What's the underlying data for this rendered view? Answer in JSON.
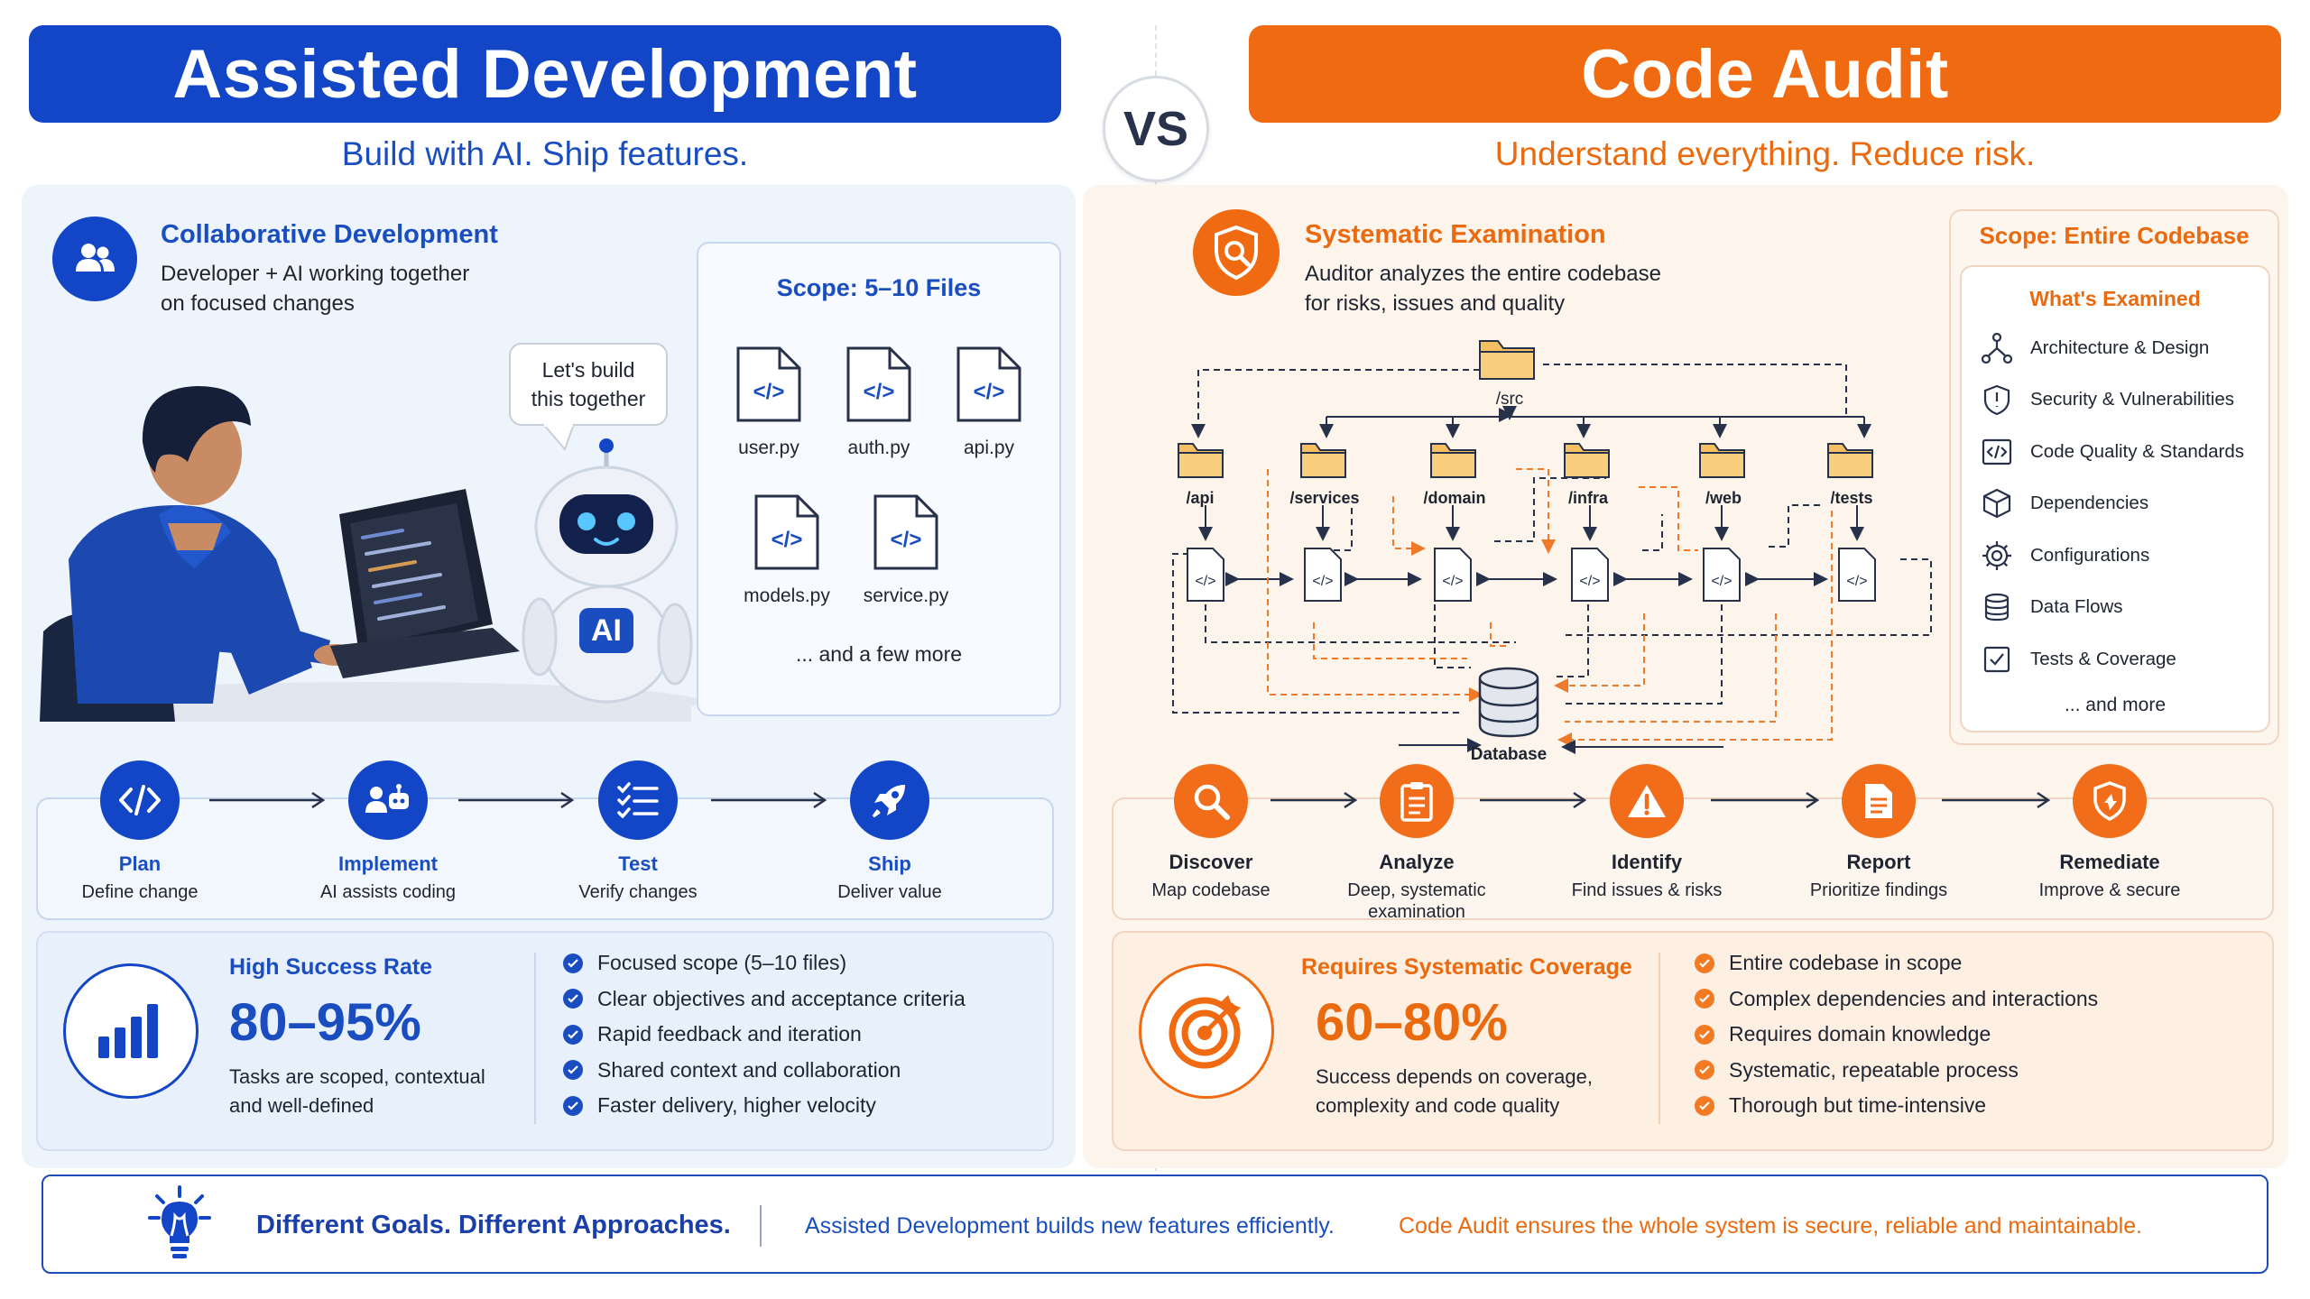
{
  "left": {
    "title": "Assisted Development",
    "tagline": "Build with AI. Ship features.",
    "collab": {
      "title": "Collaborative Development",
      "desc_line1": "Developer + AI working together",
      "desc_line2": "on focused changes"
    },
    "speech_line1": "Let's build",
    "speech_line2": "this together",
    "robot_badge": "AI",
    "scope": {
      "title": "Scope: 5–10 Files",
      "files": [
        "user.py",
        "auth.py",
        "api.py",
        "models.py",
        "service.py"
      ],
      "more": "... and a few more"
    },
    "steps": [
      {
        "title": "Plan",
        "desc": "Define change",
        "icon": "code-icon"
      },
      {
        "title": "Implement",
        "desc": "AI assists coding",
        "icon": "dev-robot-icon"
      },
      {
        "title": "Test",
        "desc": "Verify changes",
        "icon": "checklist-icon"
      },
      {
        "title": "Ship",
        "desc": "Deliver value",
        "icon": "rocket-icon"
      }
    ],
    "stat": {
      "title": "High Success Rate",
      "value": "80–95%",
      "desc_line1": "Tasks are scoped, contextual",
      "desc_line2": "and well-defined"
    },
    "bullets": [
      "Focused scope (5–10 files)",
      "Clear objectives and acceptance criteria",
      "Rapid feedback and iteration",
      "Shared context and collaboration",
      "Faster delivery, higher velocity"
    ]
  },
  "vs": "VS",
  "right": {
    "title": "Code Audit",
    "tagline": "Understand everything. Reduce risk.",
    "exam": {
      "title": "Systematic Examination",
      "desc_line1": "Auditor analyzes the entire codebase",
      "desc_line2": "for risks, issues and quality"
    },
    "tree": {
      "root": "/src",
      "folders": [
        "/api",
        "/services",
        "/domain",
        "/infra",
        "/web",
        "/tests"
      ],
      "database": "Database"
    },
    "scope": {
      "title": "Scope: Entire Codebase",
      "subtitle": "What's Examined",
      "items": [
        {
          "label": "Architecture & Design",
          "icon": "architecture-icon"
        },
        {
          "label": "Security & Vulnerabilities",
          "icon": "shield-icon"
        },
        {
          "label": "Code Quality & Standards",
          "icon": "code-icon"
        },
        {
          "label": "Dependencies",
          "icon": "cube-icon"
        },
        {
          "label": "Configurations",
          "icon": "gear-icon"
        },
        {
          "label": "Data Flows",
          "icon": "database-icon"
        },
        {
          "label": "Tests & Coverage",
          "icon": "checkbox-icon"
        }
      ],
      "more": "... and more"
    },
    "steps": [
      {
        "title": "Discover",
        "desc_line1": "Map codebase",
        "desc_line2": "",
        "icon": "magnifier-icon"
      },
      {
        "title": "Analyze",
        "desc_line1": "Deep, systematic",
        "desc_line2": "examination",
        "icon": "clipboard-icon"
      },
      {
        "title": "Identify",
        "desc_line1": "Find issues & risks",
        "desc_line2": "",
        "icon": "warning-icon"
      },
      {
        "title": "Report",
        "desc_line1": "Prioritize findings",
        "desc_line2": "",
        "icon": "document-icon"
      },
      {
        "title": "Remediate",
        "desc_line1": "Improve & secure",
        "desc_line2": "",
        "icon": "shield-icon"
      }
    ],
    "stat": {
      "title": "Requires Systematic Coverage",
      "value": "60–80%",
      "desc_line1": "Success depends on coverage,",
      "desc_line2": "complexity and code quality"
    },
    "bullets": [
      "Entire codebase in scope",
      "Complex dependencies and interactions",
      "Requires domain knowledge",
      "Systematic, repeatable process",
      "Thorough but time-intensive"
    ]
  },
  "footer": {
    "headline": "Different Goals. Different Approaches.",
    "left_text": "Assisted Development builds new features efficiently.",
    "right_text": "Code Audit ensures the whole system is secure, reliable and maintainable."
  },
  "colors": {
    "blue": "#1246c6",
    "orange": "#f06a12",
    "blue_text": "#1a4ec0",
    "orange_text": "#ea6a10"
  }
}
